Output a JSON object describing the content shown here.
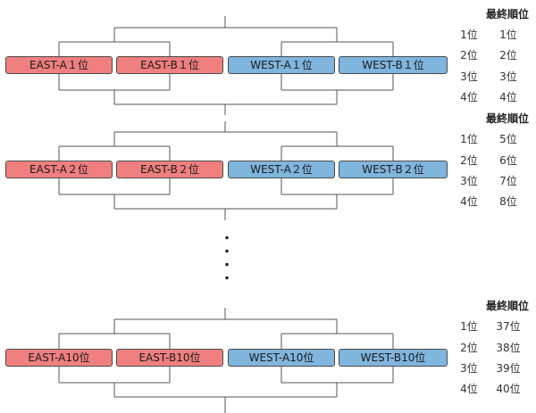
{
  "groups": [
    {
      "teams": [
        "EAST-A１位",
        "EAST-B１位",
        "WEST-A１位",
        "WEST-B１位"
      ],
      "header": "最終順位",
      "rank_rows": [
        [
          "1位",
          "1位"
        ],
        [
          "2位",
          "2位"
        ],
        [
          "3位",
          "3位"
        ],
        [
          "4位",
          "4位"
        ]
      ]
    },
    {
      "teams": [
        "EAST-A２位",
        "EAST-B２位",
        "WEST-A２位",
        "WEST-B２位"
      ],
      "header": "最終順位",
      "rank_rows": [
        [
          "1位",
          "5位"
        ],
        [
          "2位",
          "6位"
        ],
        [
          "3位",
          "7位"
        ],
        [
          "4位",
          "8位"
        ]
      ]
    },
    {
      "teams": [
        "EAST-A10位",
        "EAST-B10位",
        "WEST-A10位",
        "WEST-B10位"
      ],
      "header": "最終順位",
      "rank_rows": [
        [
          "1位",
          "37位"
        ],
        [
          "2位",
          "38位"
        ],
        [
          "3位",
          "39位"
        ],
        [
          "4位",
          "40位"
        ]
      ]
    }
  ],
  "ellipsis": "・",
  "colors": {
    "east": "#f07f7f",
    "west": "#80b5de",
    "line": "#555555"
  }
}
